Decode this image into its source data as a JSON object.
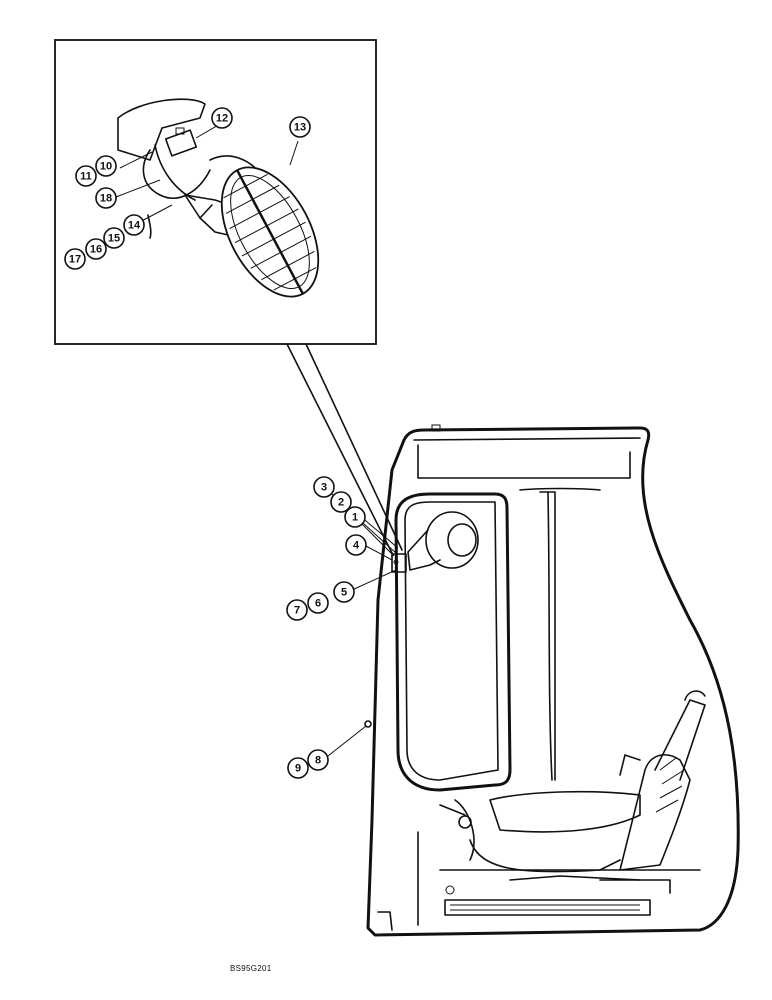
{
  "drawing_code": "BS95G201",
  "callouts": [
    {
      "id": "c1",
      "label": "1"
    },
    {
      "id": "c2",
      "label": "2"
    },
    {
      "id": "c3",
      "label": "3"
    },
    {
      "id": "c4",
      "label": "4"
    },
    {
      "id": "c5",
      "label": "5"
    },
    {
      "id": "c6",
      "label": "6"
    },
    {
      "id": "c7",
      "label": "7"
    },
    {
      "id": "c8",
      "label": "8"
    },
    {
      "id": "c9",
      "label": "9"
    },
    {
      "id": "c10",
      "label": "10"
    },
    {
      "id": "c11",
      "label": "11"
    },
    {
      "id": "c12",
      "label": "12"
    },
    {
      "id": "c13",
      "label": "13"
    },
    {
      "id": "c14",
      "label": "14"
    },
    {
      "id": "c15",
      "label": "15"
    },
    {
      "id": "c16",
      "label": "16"
    },
    {
      "id": "c17",
      "label": "17"
    },
    {
      "id": "c18",
      "label": "18"
    }
  ]
}
